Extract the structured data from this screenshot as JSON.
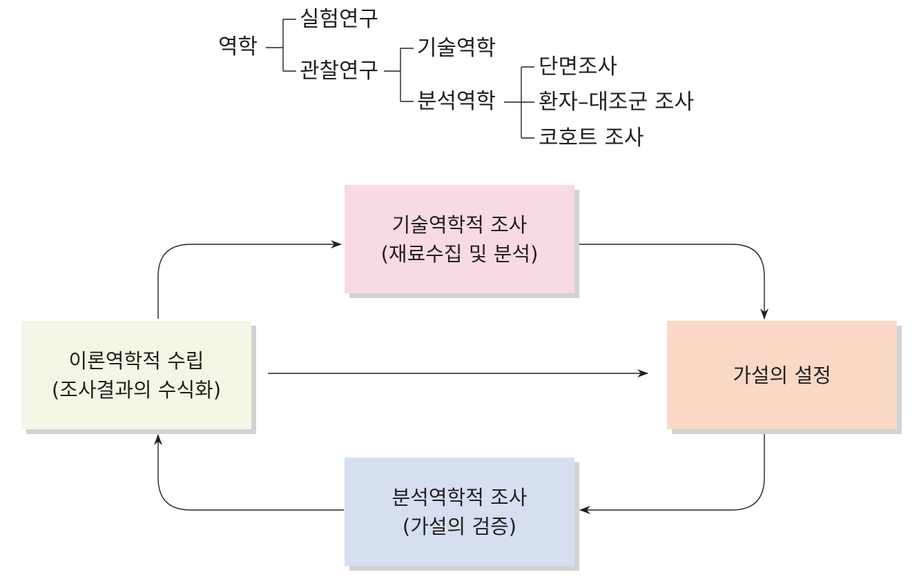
{
  "tree": {
    "root": "역학",
    "experimental": "실험연구",
    "observational": "관찰연구",
    "descriptive": "기술역학",
    "analytical": "분석역학",
    "cross_sectional": "단면조사",
    "case_control": "환자–대조군 조사",
    "cohort": "코호트 조사"
  },
  "cycle": {
    "descriptive_box": {
      "line1": "기술역학적 조사",
      "line2": "(재료수집 및 분석)",
      "color": "#f8d9e6"
    },
    "hypothesis_box": {
      "line1": "가설의 설정",
      "color": "#fad8c6"
    },
    "analytical_box": {
      "line1": "분석역학적 조사",
      "line2": "(가설의 검증)",
      "color": "#d5dff0"
    },
    "theoretical_box": {
      "line1": "이론역학적 수립",
      "line2": "(조사결과의 수식화)",
      "color": "#f3f6e4"
    }
  },
  "line_color": "#231f20"
}
